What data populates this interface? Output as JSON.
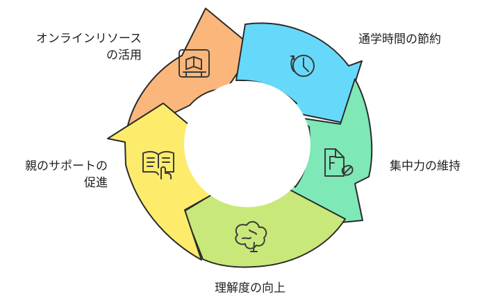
{
  "diagram": {
    "type": "cycle",
    "segments": [
      {
        "id": "online",
        "label_lines": [
          "オンラインリソース",
          "の活用"
        ],
        "color": "#FBB77B",
        "icon": "book-icon"
      },
      {
        "id": "time",
        "label_lines": [
          "通学時間の節約"
        ],
        "color": "#66D9FB",
        "icon": "clock-icon"
      },
      {
        "id": "focus",
        "label_lines": [
          "集中力の維持"
        ],
        "color": "#7EE8B6",
        "icon": "document-icon"
      },
      {
        "id": "understanding",
        "label_lines": [
          "理解度の向上"
        ],
        "color": "#C9E87A",
        "icon": "brain-icon"
      },
      {
        "id": "parent",
        "label_lines": [
          "親のサポートの",
          "促進"
        ],
        "color": "#FDEB6C",
        "icon": "reading-icon"
      }
    ]
  }
}
